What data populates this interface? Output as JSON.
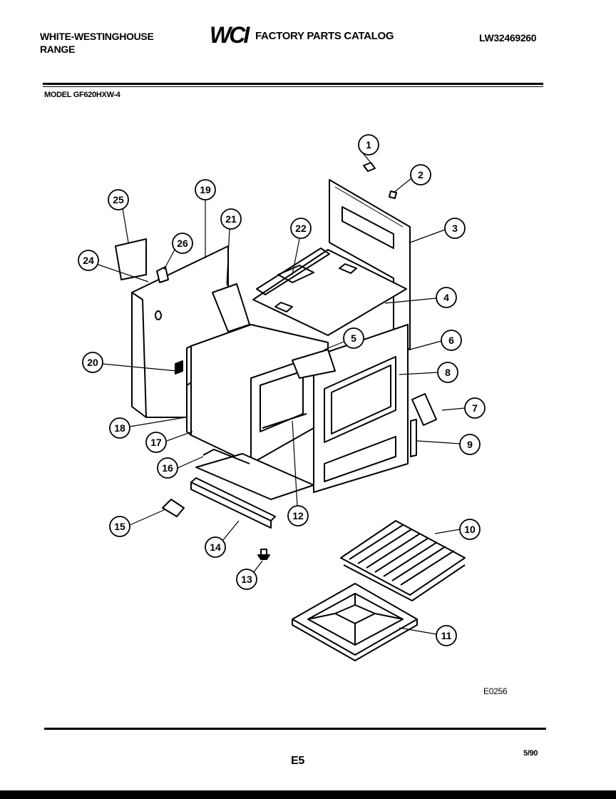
{
  "header": {
    "brand_line1": "WHITE-WESTINGHOUSE",
    "brand_line2": "RANGE",
    "logo_text": "WCI",
    "catalog_title": "FACTORY PARTS CATALOG",
    "catalog_number": "LW32469260"
  },
  "model": "MODEL GF620HXW-4",
  "callouts": [
    "1",
    "2",
    "3",
    "4",
    "5",
    "6",
    "7",
    "8",
    "9",
    "10",
    "11",
    "12",
    "13",
    "14",
    "15",
    "16",
    "17",
    "18",
    "19",
    "20",
    "21",
    "22",
    "24",
    "25",
    "26"
  ],
  "footer": {
    "diagram_code": "E0256",
    "page_number": "E5",
    "date": "5/90"
  }
}
